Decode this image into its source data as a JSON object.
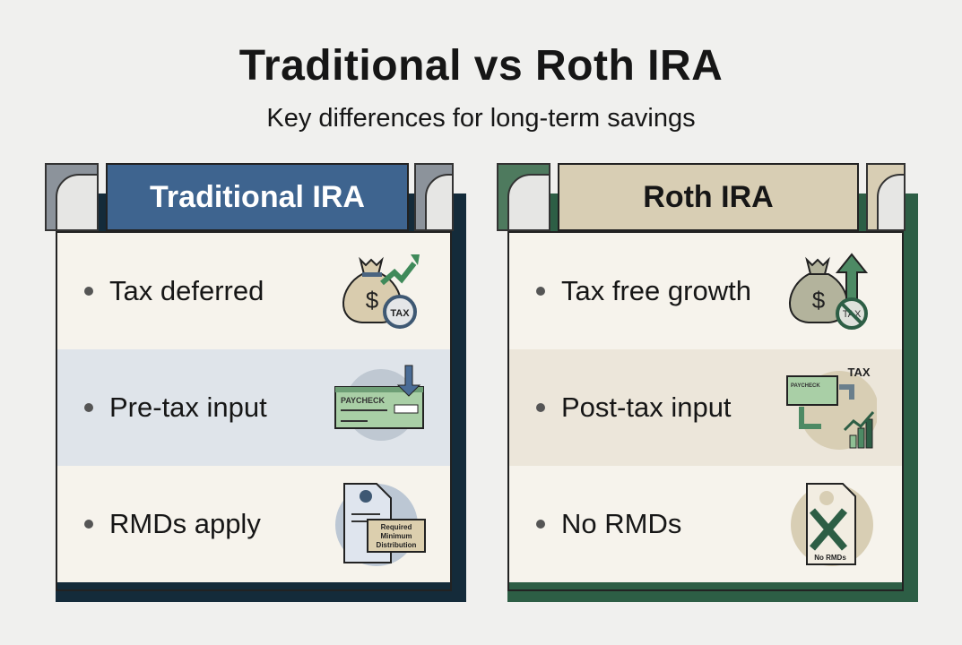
{
  "title": "Traditional vs Roth IRA",
  "subtitle": "Key differences for long-term savings",
  "colors": {
    "traditional_header": "#3e648f",
    "roth_header": "#d8ceb4",
    "traditional_border": "#142b3a",
    "roth_border": "#2d5e45"
  },
  "traditional": {
    "header": "Traditional IRA",
    "rows": [
      {
        "label": "Tax deferred",
        "icon": "money-bag-growth-tax-icon",
        "icon_text": "TAX"
      },
      {
        "label": "Pre-tax input",
        "icon": "paycheck-icon",
        "icon_text": "PAYCHECK"
      },
      {
        "label": "RMDs apply",
        "icon": "rmd-document-icon",
        "icon_text": "Required Minimum Distribution"
      }
    ]
  },
  "roth": {
    "header": "Roth IRA",
    "rows": [
      {
        "label": "Tax free growth",
        "icon": "money-bag-no-tax-icon",
        "icon_text": "TAX"
      },
      {
        "label": "Post-tax input",
        "icon": "paycheck-tax-growth-icon",
        "icon_text": "TAX",
        "icon_text2": "PAYCHECK"
      },
      {
        "label": "No RMDs",
        "icon": "no-rmd-document-icon",
        "icon_text": "No RMDs"
      }
    ]
  }
}
